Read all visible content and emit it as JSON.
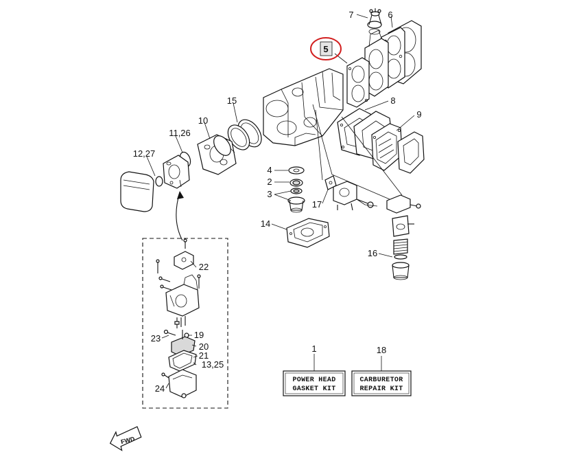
{
  "diagram": {
    "part_labels": {
      "p1": "1",
      "p2": "2",
      "p3": "3",
      "p4": "4",
      "p5": "5",
      "p6": "6",
      "p7": "7",
      "p8": "8",
      "p9": "9",
      "p10": "10",
      "p11_26": "11,26",
      "p12_27": "12,27",
      "p13_25": "13,25",
      "p14": "14",
      "p15": "15",
      "p16": "16",
      "p17": "17",
      "p18": "18",
      "p19": "19",
      "p20": "20",
      "p21": "21",
      "p22": "22",
      "p23": "23",
      "p24": "24"
    },
    "highlighted_part": "5",
    "kit_power_head": {
      "line1": "POWER HEAD",
      "line2": "GASKET KIT"
    },
    "kit_carburetor": {
      "line1": "CARBURETOR",
      "line2": "REPAIR KIT"
    },
    "fwd_label": "FWD",
    "colors": {
      "line": "#111111",
      "highlight": "#d22020",
      "highlight_fill": "#e6e6e6",
      "background": "#ffffff"
    }
  }
}
